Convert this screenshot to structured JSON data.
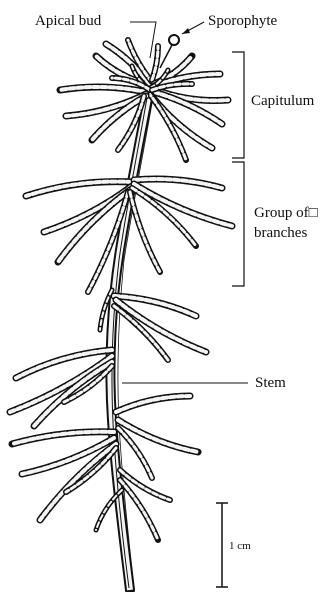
{
  "labels": {
    "apical_bud": "Apical bud",
    "sporophyte": "Sporophyte",
    "capitulum": "Capitulum",
    "group_line1": "Group of□",
    "group_line2": "branches",
    "stem": "Stem",
    "scale": "1 cm"
  },
  "colors": {
    "ink": "#111111",
    "leaf_fill": "#f4f4f4",
    "background": "#ffffff"
  }
}
